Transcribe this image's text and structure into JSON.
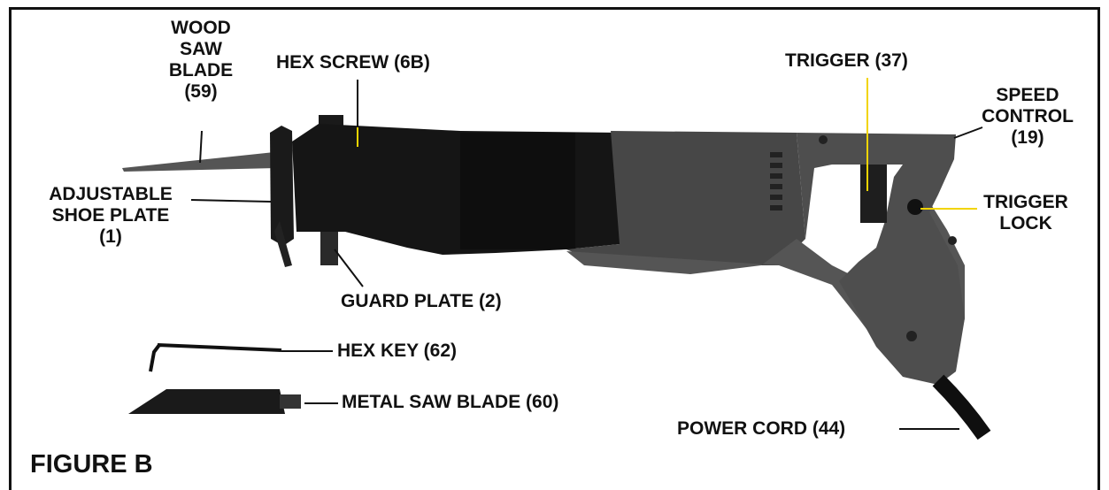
{
  "figure": {
    "title": "FIGURE B",
    "labels": {
      "wood_saw_blade": "WOOD\nSAW\nBLADE\n(59)",
      "hex_screw": "HEX SCREW (6B)",
      "trigger": "TRIGGER (37)",
      "speed_control": "SPEED\nCONTROL\n(19)",
      "trigger_lock": "TRIGGER\nLOCK",
      "adjustable_shoe_plate": "ADJUSTABLE\nSHOE PLATE\n(1)",
      "guard_plate": "GUARD PLATE (2)",
      "hex_key": "HEX KEY (62)",
      "metal_saw_blade": "METAL SAW BLADE (60)",
      "power_cord": "POWER CORD (44)"
    },
    "colors": {
      "leader_dark": "#111111",
      "leader_highlight": "#f2d400",
      "body_gray": "#4a4a4a",
      "body_black": "#151515"
    }
  }
}
